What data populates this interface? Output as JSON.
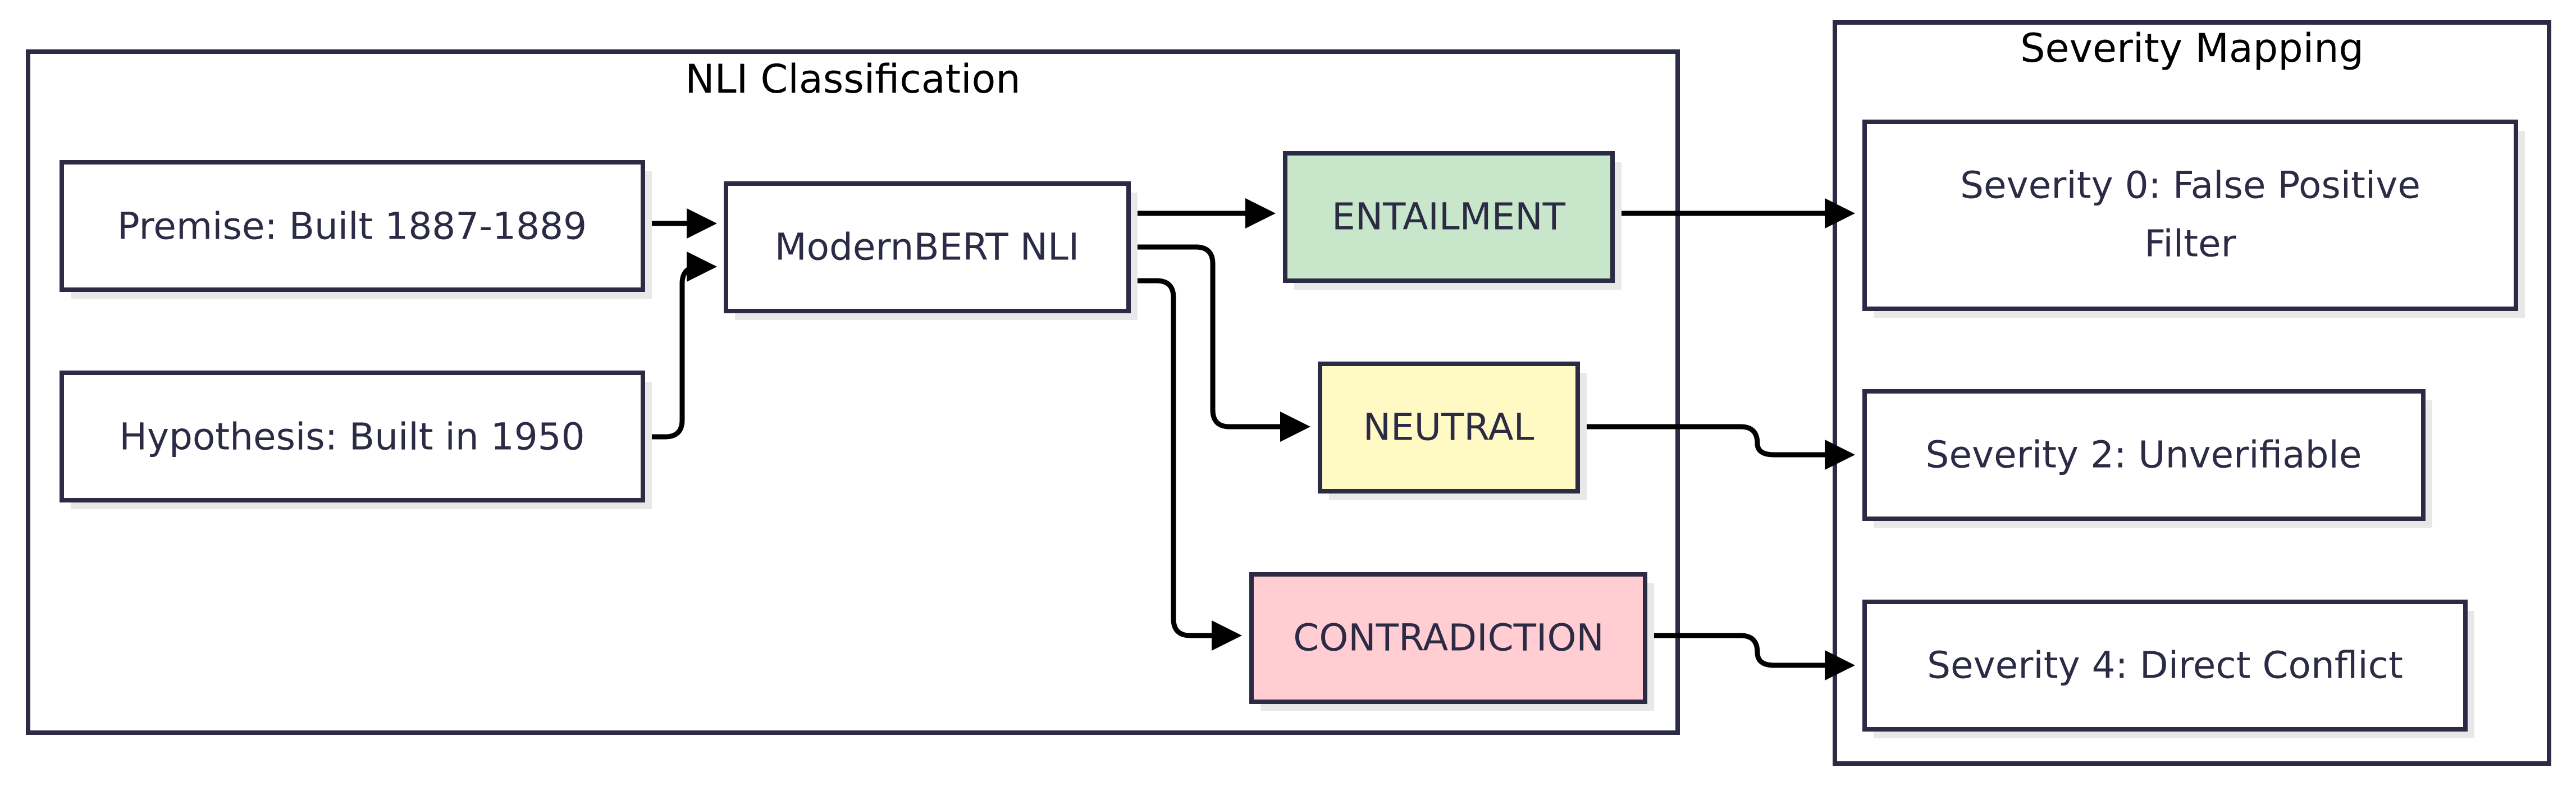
{
  "groups": {
    "nli": {
      "title": "NLI Classification"
    },
    "severity": {
      "title": "Severity Mapping"
    }
  },
  "nodes": {
    "premise": {
      "label": "Premise: Built 1887-1889",
      "fill": "#ffffff"
    },
    "hypothesis": {
      "label": "Hypothesis: Built in 1950",
      "fill": "#ffffff"
    },
    "model": {
      "label": "ModernBERT NLI",
      "fill": "#ffffff"
    },
    "entailment": {
      "label": "ENTAILMENT",
      "fill": "#c8e6c9"
    },
    "neutral": {
      "label": "NEUTRAL",
      "fill": "#fff9c4"
    },
    "contradiction": {
      "label": "CONTRADICTION",
      "fill": "#ffcdd2"
    },
    "sev0": {
      "line1": "Severity 0: False Positive",
      "line2": "Filter",
      "fill": "#ffffff"
    },
    "sev2": {
      "label": "Severity 2: Unverifiable",
      "fill": "#ffffff"
    },
    "sev4": {
      "label": "Severity 4: Direct Conflict",
      "fill": "#ffffff"
    }
  }
}
